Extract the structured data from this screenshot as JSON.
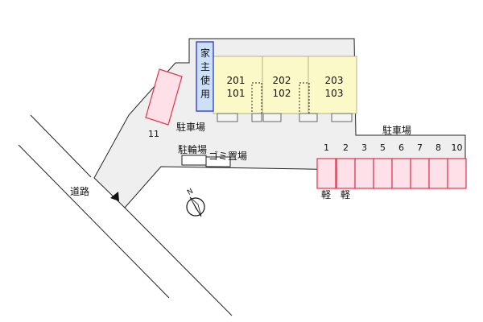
{
  "legend": {
    "owner_use": "家主使用",
    "road": "道路",
    "parking_main": "駐車場",
    "parking_right": "駐車場",
    "bike_parking": "駐輪場",
    "garbage": "ゴミ置場"
  },
  "units": [
    {
      "upper": "201",
      "lower": "101"
    },
    {
      "upper": "202",
      "lower": "102"
    },
    {
      "upper": "203",
      "lower": "103"
    }
  ],
  "parking_left_number": "11",
  "parking_right_numbers": [
    "1",
    "2",
    "3",
    "5",
    "6",
    "7",
    "8",
    "10"
  ],
  "kei_labels": [
    "軽",
    "軽"
  ],
  "compass_letter": "N",
  "colors": {
    "lot_fill": "#efefef",
    "building_fill": "#fcf9c9",
    "building_stroke": "#b5b287",
    "parking_fill": "#fde0e8",
    "parking_stroke": "#e2334a",
    "owner_fill": "#cde0f7",
    "owner_stroke": "#3c4fd0",
    "line": "#222222"
  }
}
